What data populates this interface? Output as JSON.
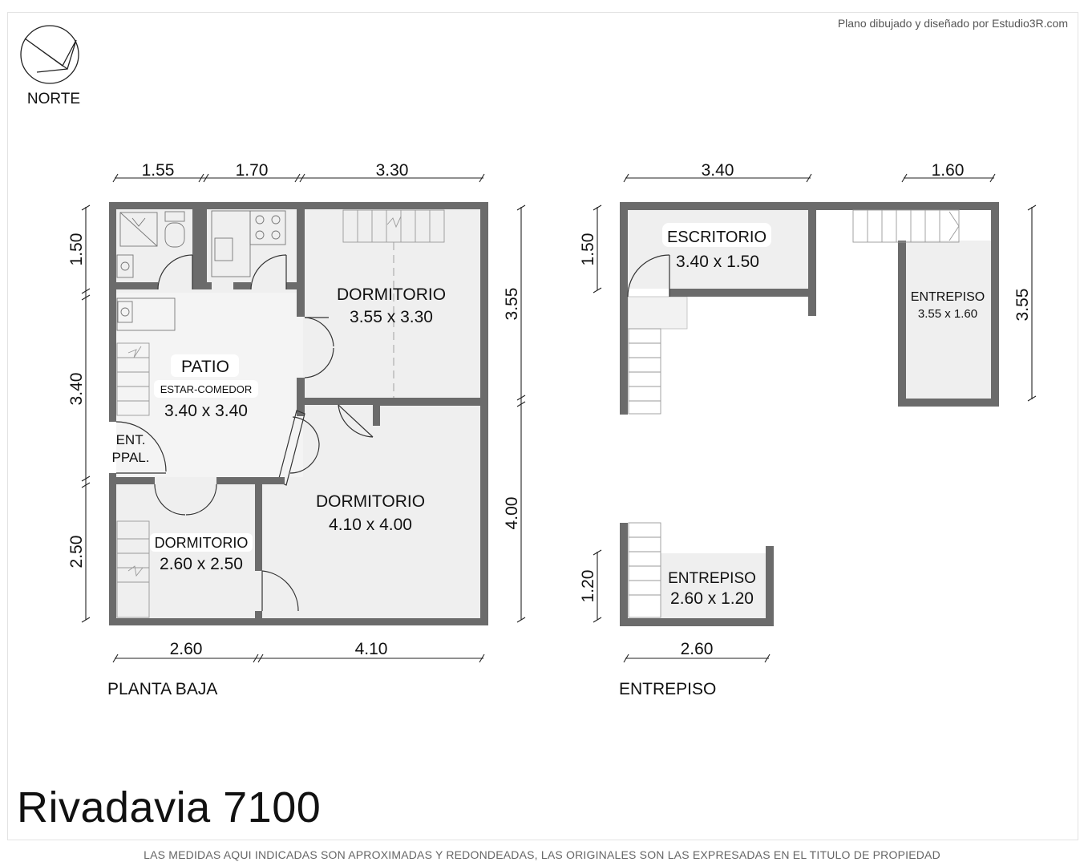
{
  "credit": "Plano dibujado y diseñado por Estudio3R.com",
  "north_label": "NORTE",
  "plans": {
    "planta_baja": {
      "title": "PLANTA BAJA",
      "top_dims": [
        "1.55",
        "1.70",
        "3.30"
      ],
      "bottom_dims": [
        "2.60",
        "4.10"
      ],
      "left_dims": [
        "1.50",
        "3.40",
        "2.50"
      ],
      "right_dims": [
        "3.55",
        "4.00"
      ],
      "rooms": {
        "dorm_ne": {
          "name": "DORMITORIO",
          "size": "3.55 x 3.30"
        },
        "patio": {
          "name": "PATIO",
          "sub": "ESTAR-COMEDOR",
          "size": "3.40 x 3.40"
        },
        "entrance": {
          "line1": "ENT.",
          "line2": "PPAL."
        },
        "dorm_se": {
          "name": "DORMITORIO",
          "size": "4.10 x 4.00"
        },
        "dorm_sw": {
          "name": "DORMITORIO",
          "size": "2.60 x 2.50"
        }
      }
    },
    "entrepiso": {
      "title": "ENTREPISO",
      "top_dims": [
        "3.40",
        "1.60"
      ],
      "left_dims": [
        "1.50",
        "1.20"
      ],
      "right_dims": [
        "3.55"
      ],
      "bottom_dims": [
        "2.60"
      ],
      "rooms": {
        "escritorio": {
          "name": "ESCRITORIO",
          "size": "3.40 x 1.50"
        },
        "entrepiso_right": {
          "name": "ENTREPISO",
          "size": "3.55 x 1.60"
        },
        "entrepiso_bottom": {
          "name": "ENTREPISO",
          "size": "2.60 x 1.20"
        }
      }
    }
  },
  "address": "Rivadavia 7100",
  "disclaimer": "LAS MEDIDAS AQUI INDICADAS SON APROXIMADAS Y REDONDEADAS, LAS ORIGINALES SON LAS EXPRESADAS EN EL TITULO DE PROPIEDAD"
}
